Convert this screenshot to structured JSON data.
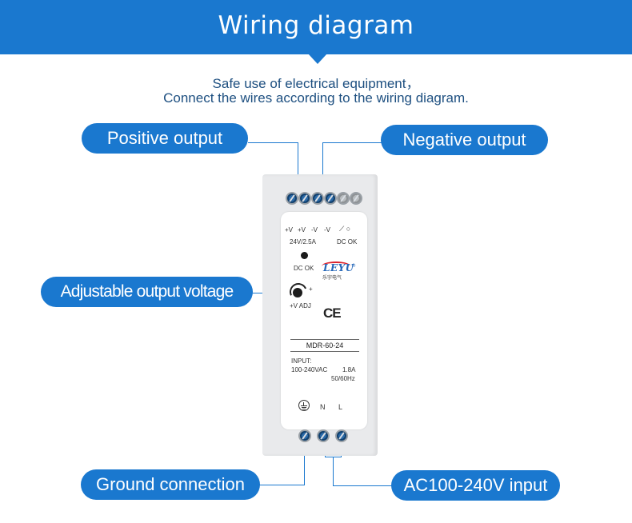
{
  "header": {
    "title": "Wiring diagram"
  },
  "subtitle": {
    "line1": "Safe use of electrical equipment，",
    "line2": "Connect the wires according to the wiring diagram."
  },
  "callouts": {
    "positive_output": "Positive output",
    "negative_output": "Negative output",
    "adjustable_voltage": "Adjustable output voltage",
    "ground_connection": "Ground connection",
    "ac_input": "AC100-240V input"
  },
  "device": {
    "top_terminals": [
      "+V",
      "+V",
      "-V",
      "-V"
    ],
    "rating": "24V/2.5A",
    "dc_ok_right": "DC OK",
    "dc_ok_led_label": "DC OK",
    "brand": "LEYU",
    "brand_cn": "乐宇电气",
    "adj_label": "+V  ADJ",
    "adj_plus": "+",
    "ce_mark": "CE",
    "model": "MDR-60-24",
    "input_label": "INPUT:",
    "input_voltage": "100-240VAC",
    "input_current": "1.8A",
    "input_freq": "50/60Hz",
    "bottom_labels": [
      "N",
      "L"
    ]
  },
  "colors": {
    "accent": "#1a78cf",
    "subtitle_text": "#1d4f80",
    "device_body": "#e9eaec"
  }
}
